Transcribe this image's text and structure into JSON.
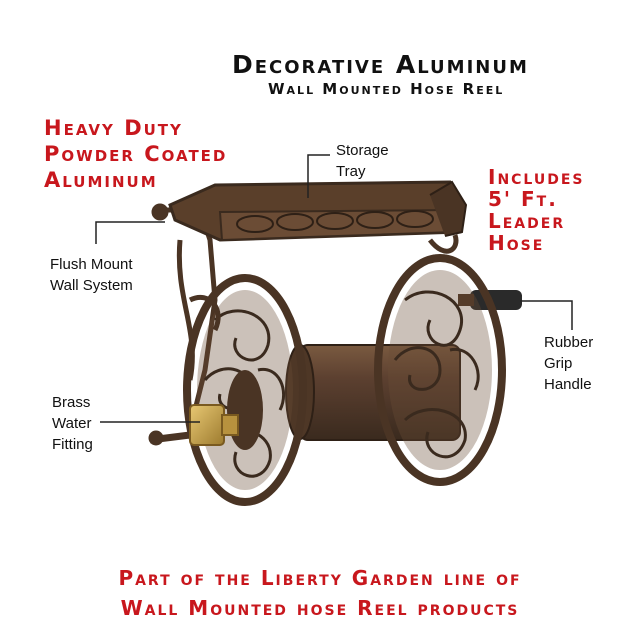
{
  "header": {
    "title": "Decorative Aluminum",
    "subtitle": "Wall Mounted Hose Reel"
  },
  "features_left": {
    "lines": [
      "Heavy Duty",
      "Powder Coated",
      "Aluminum"
    ]
  },
  "features_right": {
    "lines": [
      "Includes",
      "5' Ft.",
      "Leader",
      "Hose"
    ]
  },
  "callouts": {
    "storage_tray": [
      "Storage",
      "Tray"
    ],
    "flush_mount": [
      "Flush Mount",
      "Wall System"
    ],
    "rubber_grip": [
      "Rubber",
      "Grip",
      "Handle"
    ],
    "brass_fitting": [
      "Brass",
      "Water",
      "Fitting"
    ]
  },
  "footer": {
    "lines": [
      "Part of the Liberty Garden line of",
      "Wall Mounted hose Reel products"
    ]
  },
  "colors": {
    "accent_red": "#c8171d",
    "bronze": "#5a3f2a",
    "brass": "#c9a24a"
  }
}
